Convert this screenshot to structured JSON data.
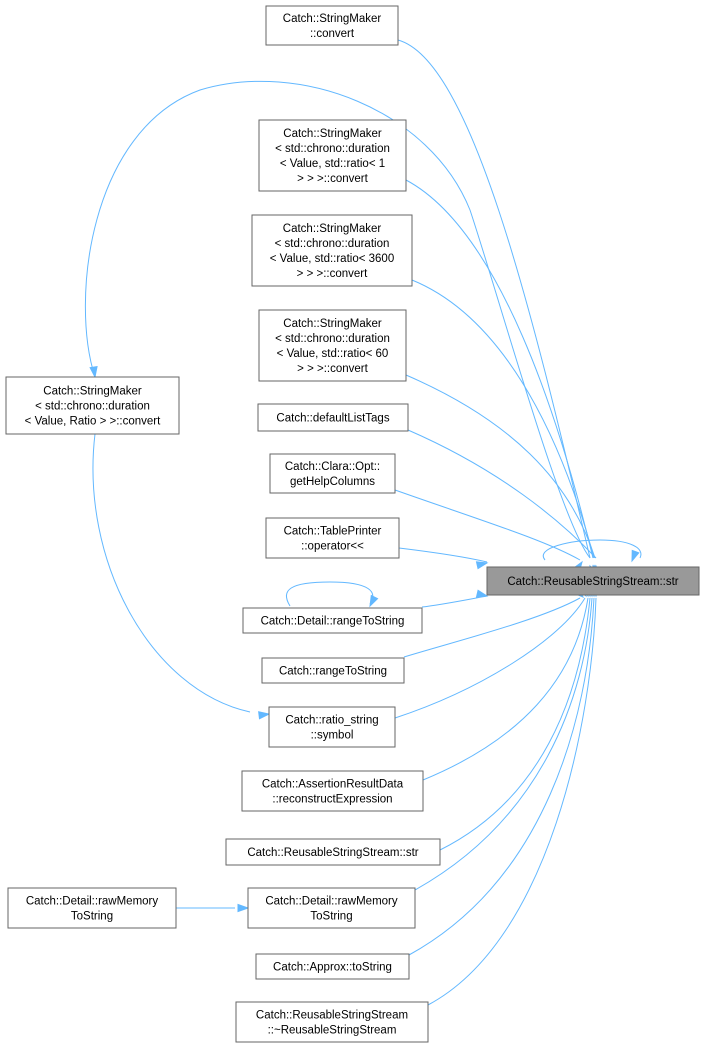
{
  "diagram": {
    "nodes": [
      {
        "id": "target",
        "lines": [
          "Catch::ReusableStringStream::str"
        ],
        "focus": true
      },
      {
        "id": "n1",
        "lines": [
          "Catch::StringMaker",
          "::convert"
        ]
      },
      {
        "id": "n2",
        "lines": [
          "Catch::StringMaker",
          "< std::chrono::duration",
          "< Value, std::ratio< 1",
          "> > >::convert"
        ]
      },
      {
        "id": "n3",
        "lines": [
          "Catch::StringMaker",
          "< std::chrono::duration",
          "< Value, std::ratio< 3600",
          "> > >::convert"
        ]
      },
      {
        "id": "n4",
        "lines": [
          "Catch::StringMaker",
          "< std::chrono::duration",
          "< Value, std::ratio< 60",
          "> > >::convert"
        ]
      },
      {
        "id": "n5",
        "lines": [
          "Catch::defaultListTags"
        ]
      },
      {
        "id": "n6",
        "lines": [
          "Catch::Clara::Opt::",
          "getHelpColumns"
        ]
      },
      {
        "id": "n7",
        "lines": [
          "Catch::TablePrinter",
          "::operator<<"
        ]
      },
      {
        "id": "n8",
        "lines": [
          "Catch::Detail::rangeToString"
        ]
      },
      {
        "id": "n9",
        "lines": [
          "Catch::rangeToString"
        ]
      },
      {
        "id": "n10",
        "lines": [
          "Catch::ratio_string",
          "::symbol"
        ]
      },
      {
        "id": "n11",
        "lines": [
          "Catch::AssertionResultData",
          "::reconstructExpression"
        ]
      },
      {
        "id": "n12",
        "lines": [
          "Catch::ReusableStringStream::str"
        ]
      },
      {
        "id": "n13",
        "lines": [
          "Catch::Detail::rawMemory",
          "ToString"
        ]
      },
      {
        "id": "n14",
        "lines": [
          "Catch::Approx::toString"
        ]
      },
      {
        "id": "n15",
        "lines": [
          "Catch::ReusableStringStream",
          "::~ReusableStringStream"
        ]
      },
      {
        "id": "n16",
        "lines": [
          "Catch::StringMaker",
          "< std::chrono::duration",
          "< Value, Ratio > >::convert"
        ]
      },
      {
        "id": "n17",
        "lines": [
          "Catch::Detail::rawMemory",
          "ToString"
        ]
      }
    ]
  },
  "colors": {
    "edge": "#63b8ff",
    "node_border": "#666666",
    "focus_fill": "#999999"
  }
}
